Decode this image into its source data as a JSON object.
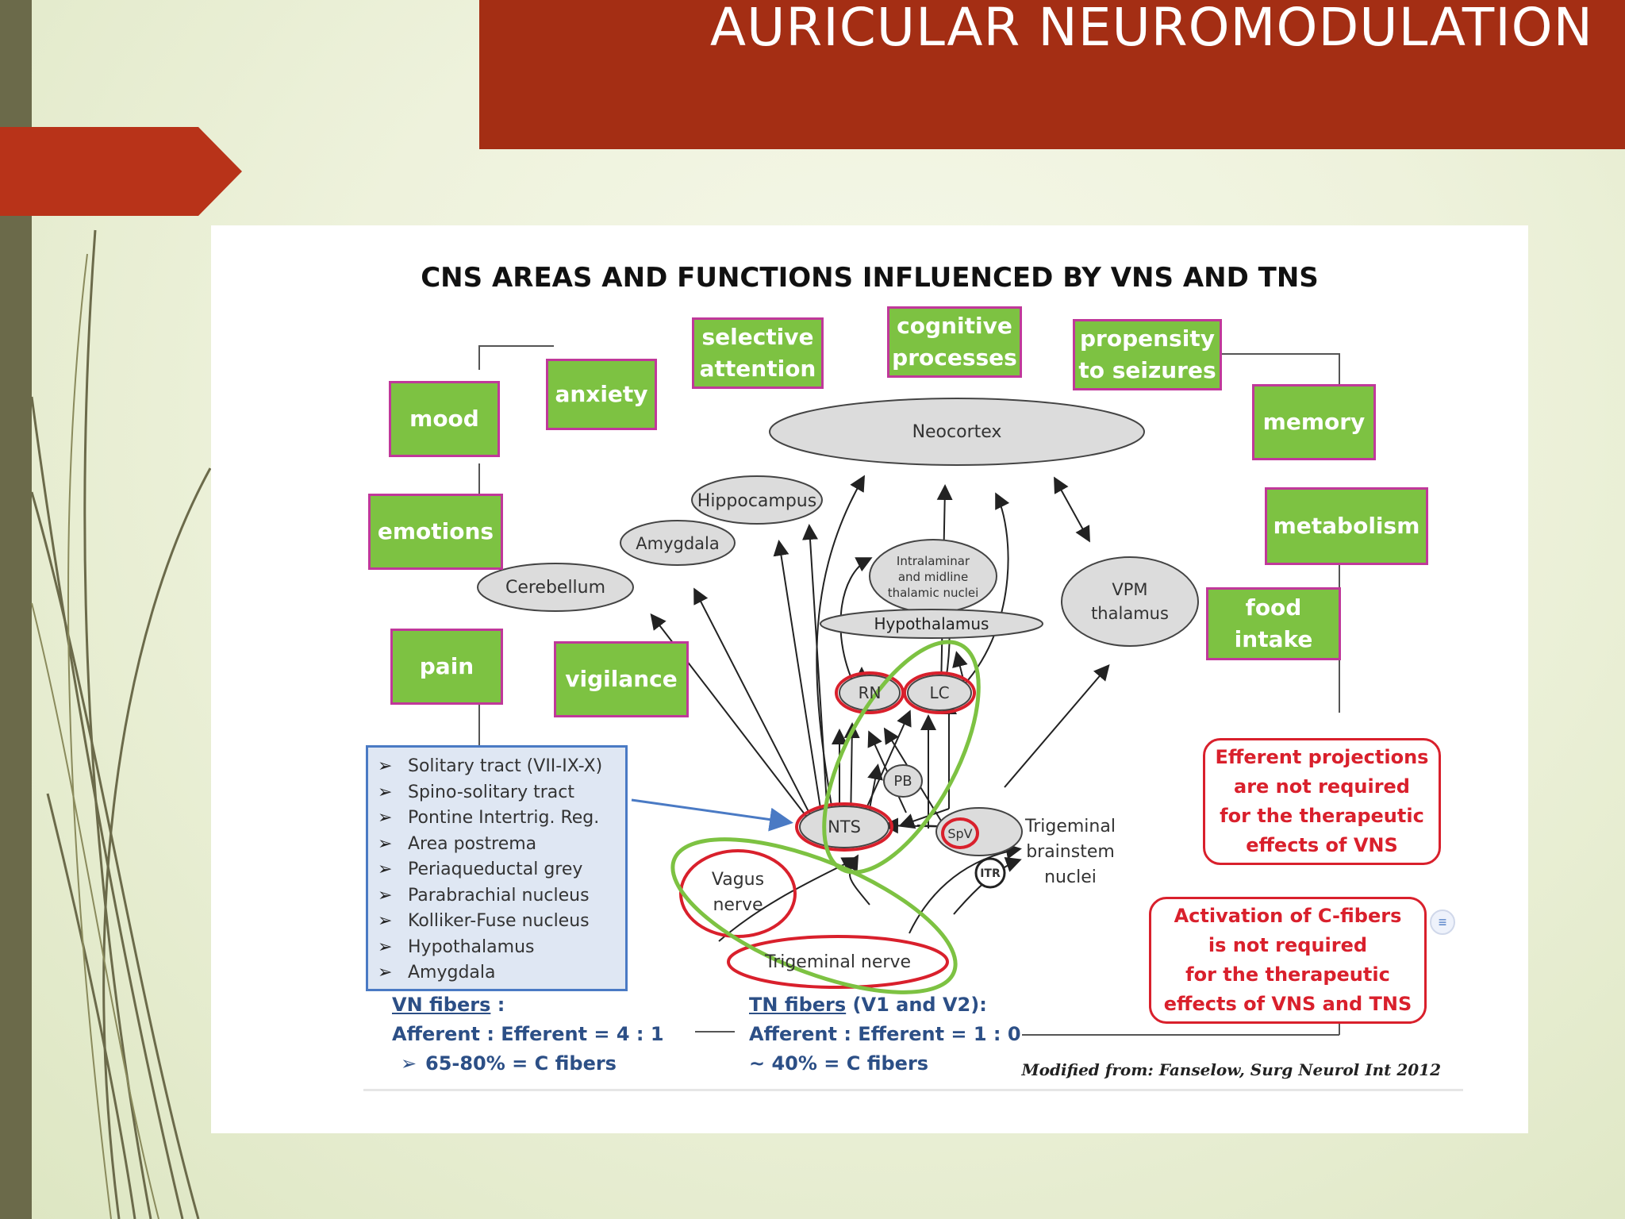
{
  "slide": {
    "title": "AURICULAR  NEUROMODULATION",
    "colors": {
      "accent_red": "#a42e14",
      "side_bar": "#6b6a4a",
      "background": "#eef2dc"
    }
  },
  "figure": {
    "title": "CNS AREAS AND FUNCTIONS INFLUENCED BY VNS AND TNS",
    "functions": [
      {
        "id": "mood",
        "label": "mood"
      },
      {
        "id": "anxiety",
        "label": "anxiety"
      },
      {
        "id": "selective-attention",
        "label": "selective\nattention"
      },
      {
        "id": "cognitive-processes",
        "label": "cognitive\nprocesses"
      },
      {
        "id": "propensity-to-seizures",
        "label": "propensity\nto seizures"
      },
      {
        "id": "memory",
        "label": "memory"
      },
      {
        "id": "emotions",
        "label": "emotions"
      },
      {
        "id": "metabolism",
        "label": "metabolism"
      },
      {
        "id": "food-intake",
        "label": "food\nintake"
      },
      {
        "id": "pain",
        "label": "pain"
      },
      {
        "id": "vigilance",
        "label": "vigilance"
      }
    ],
    "structures": {
      "neocortex": "Neocortex",
      "hippocampus": "Hippocampus",
      "amygdala": "Amygdala",
      "cerebellum": "Cerebellum",
      "thalamic_nuclei": "Intralaminar\nand midline\nthalamic nuclei",
      "hypothalamus": "Hypothalamus",
      "vpm_thalamus": "VPM\nthalamus",
      "rn": "RN",
      "lc": "LC",
      "pb": "PB",
      "nts": "NTS",
      "spv": "SpV",
      "itr": "ITR",
      "trigeminal_brainstem": "Trigeminal\nbrainstem\nnuclei",
      "vagus_nerve": "Vagus\nnerve",
      "trigeminal_nerve": "Trigeminal nerve"
    },
    "tract_list": [
      "Solitary tract (VII-IX-X)",
      "Spino-solitary tract",
      "Pontine Intertrig. Reg.",
      "Area postrema",
      "Periaqueductal grey",
      "Parabrachial nucleus",
      "Kolliker-Fuse nucleus",
      "Hypothalamus",
      "Amygdala"
    ],
    "notes": {
      "efferent": "Efferent projections\nare not required\nfor the therapeutic\neffects of VNS",
      "c_fibers": "Activation of C-fibers\nis not required\nfor the therapeutic\neffects of VNS and TNS"
    },
    "vn_fibers": {
      "header": "VN fibers",
      "header_suffix": " :",
      "ratio": "Afferent : Efferent = 4 : 1",
      "cfibers": "65-80% = C fibers"
    },
    "tn_fibers": {
      "header": "TN fibers",
      "header_suffix": " (V1 and V2):",
      "ratio": "Afferent : Efferent = 1 : 0",
      "cfibers": "~ 40% = C fibers"
    },
    "citation": "Modified from: Fanselow, Surg Neurol Int 2012",
    "colors": {
      "function_box": "#7dc242",
      "function_border": "#c0389a",
      "highlight_red": "#d9202c",
      "highlight_green": "#7dc242",
      "tract_box": "#dfe7f3"
    }
  }
}
